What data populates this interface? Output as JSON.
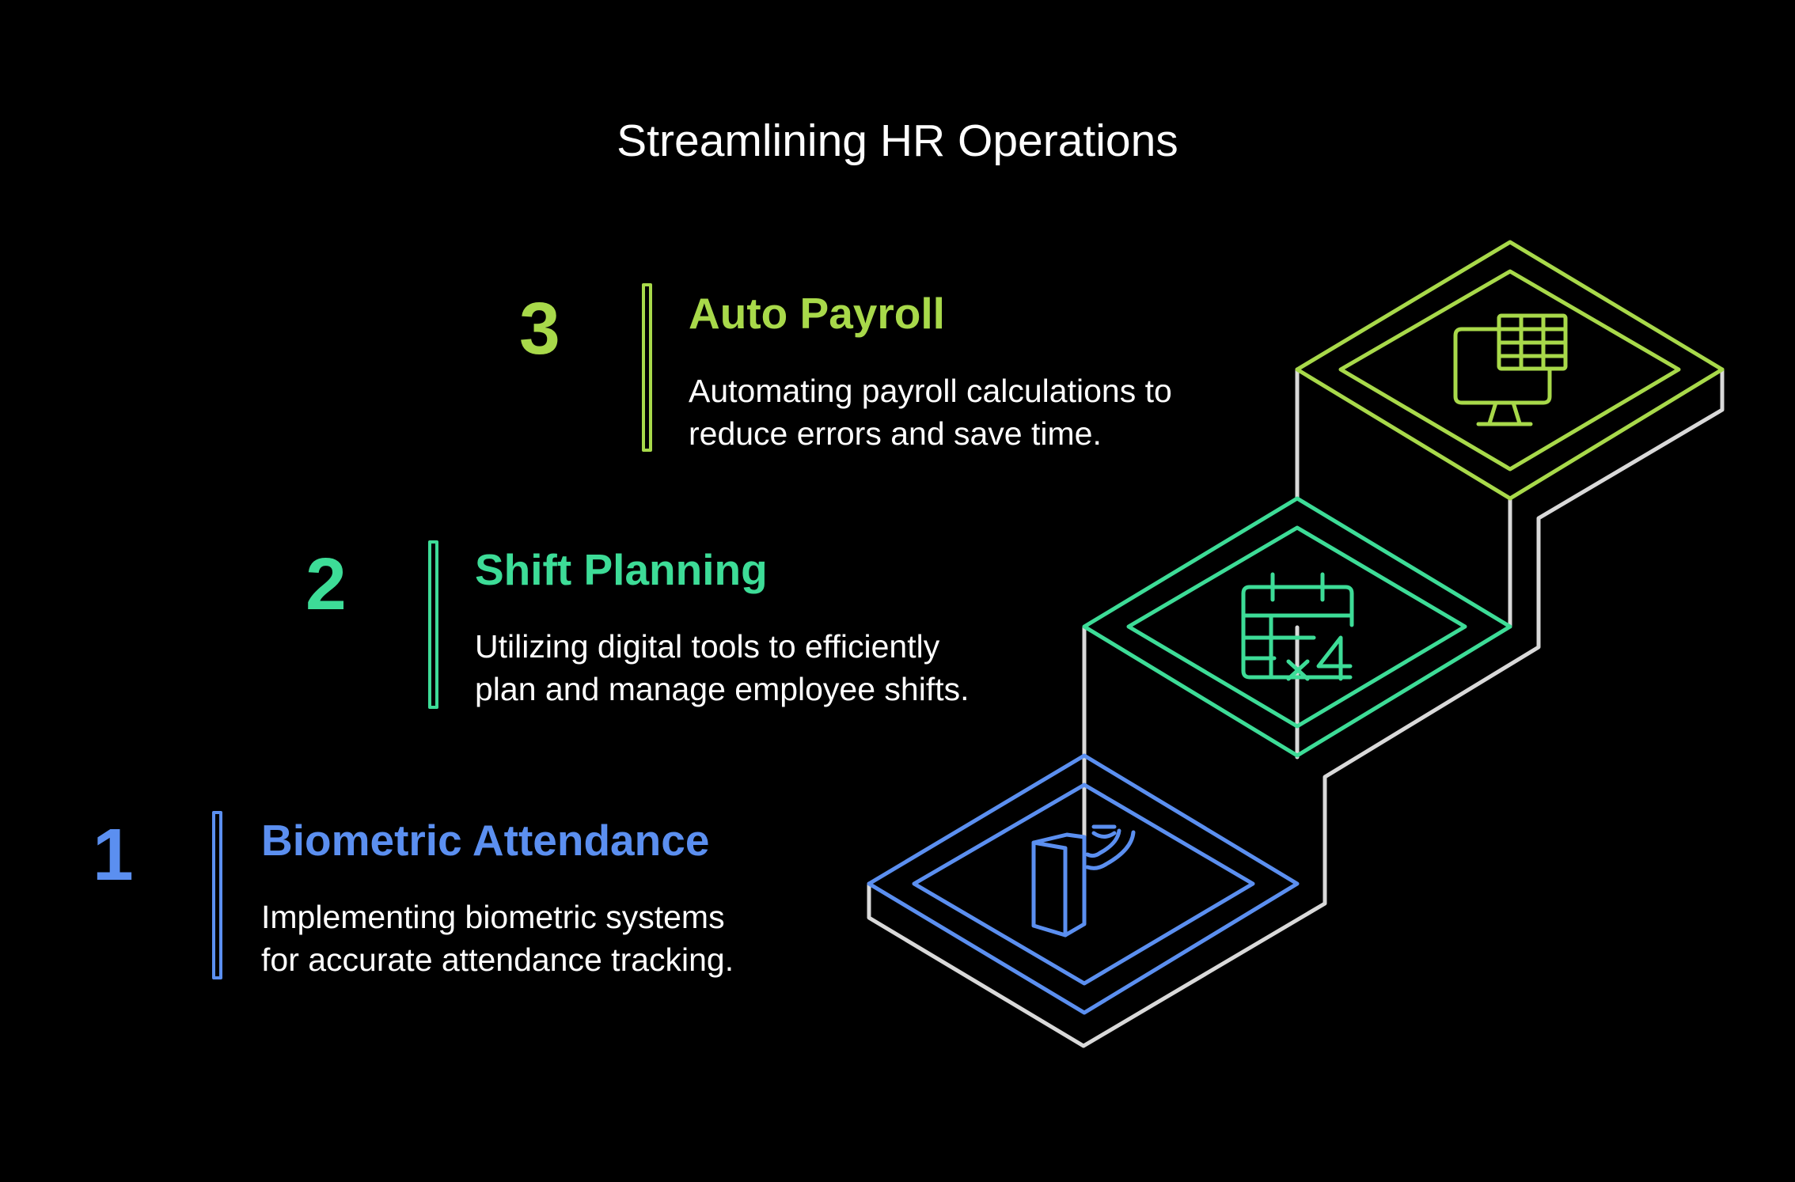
{
  "title": "Streamlining HR Operations",
  "colors": {
    "background": "#000000",
    "step1": "#5b8ff0",
    "step2": "#3ddc97",
    "step3": "#a8d94a",
    "staircase": "#d9d9d9"
  },
  "steps": [
    {
      "number": "1",
      "heading": "Biometric Attendance",
      "desc_line1": "Implementing biometric systems",
      "desc_line2": "for accurate attendance tracking.",
      "icon": "door-scanner-icon"
    },
    {
      "number": "2",
      "heading": "Shift Planning",
      "desc_line1": "Utilizing digital tools to efficiently",
      "desc_line2": "plan and manage employee shifts.",
      "icon": "calendar-x4-icon"
    },
    {
      "number": "3",
      "heading": "Auto Payroll",
      "desc_line1": "Automating payroll calculations to",
      "desc_line2": "reduce errors and save time.",
      "icon": "computer-spreadsheet-icon"
    }
  ]
}
